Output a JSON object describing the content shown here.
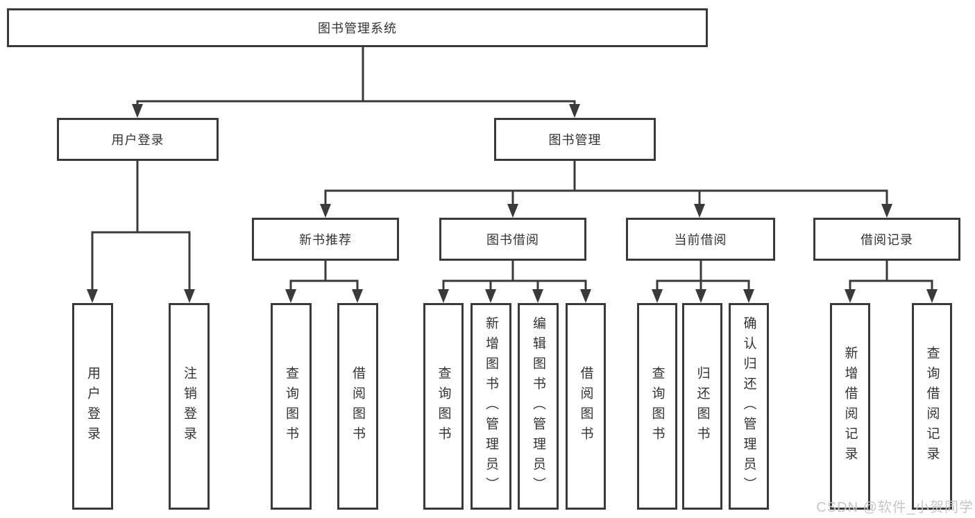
{
  "colors": {
    "line": "#3a3a3a",
    "text": "#333333",
    "watermark": "#c6c6c6",
    "background": "#ffffff"
  },
  "nodes": {
    "root": "图书管理系统",
    "level2": [
      "用户登录",
      "图书管理"
    ],
    "level3": [
      "新书推荐",
      "图书借阅",
      "当前借阅",
      "借阅记录"
    ],
    "leaves": [
      [
        "用户登录",
        "注销登录"
      ],
      [
        "查询图书",
        "借阅图书"
      ],
      [
        "查询图书",
        "新增图书（管理员）",
        "编辑图书（管理员）",
        "借阅图书"
      ],
      [
        "查询图书",
        "归还图书",
        "确认归还（管理员）"
      ],
      [
        "新增借阅记录",
        "查询借阅记录"
      ]
    ]
  },
  "watermark": "CSDN @软件_小贺同学"
}
